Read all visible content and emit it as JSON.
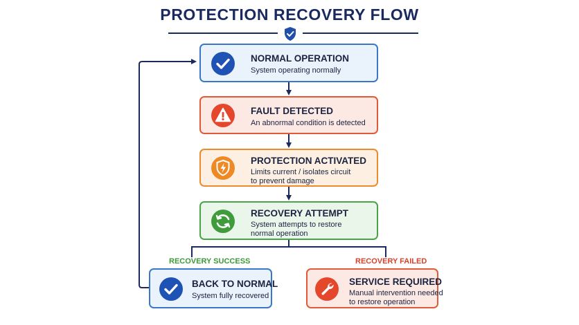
{
  "title": "PROTECTION RECOVERY FLOW",
  "colors": {
    "navy": "#1a2a5e",
    "blue": "#3b77c9",
    "red": "#e05a3a",
    "orange": "#ec8a2c",
    "green": "#49a448"
  },
  "steps": [
    {
      "title": "NORMAL OPERATION",
      "subtitle": [
        "System operating normally"
      ],
      "icon": "check-icon",
      "color": "blue"
    },
    {
      "title": "FAULT DETECTED",
      "subtitle": [
        "An abnormal condition is detected"
      ],
      "icon": "warning-icon",
      "color": "red"
    },
    {
      "title": "PROTECTION ACTIVATED",
      "subtitle": [
        "Limits current / isolates circuit",
        "to prevent damage"
      ],
      "icon": "shield-bolt-icon",
      "color": "orange"
    },
    {
      "title": "RECOVERY ATTEMPT",
      "subtitle": [
        "System attempts to restore",
        "normal operation"
      ],
      "icon": "refresh-icon",
      "color": "green"
    }
  ],
  "outcomes": [
    {
      "branch_label": "RECOVERY SUCCESS",
      "title": "BACK TO NORMAL",
      "subtitle": [
        "System fully recovered"
      ],
      "icon": "check-icon",
      "color": "blue"
    },
    {
      "branch_label": "RECOVERY FAILED",
      "title": "SERVICE REQUIRED",
      "subtitle": [
        "Manual intervention needed",
        "to restore operation"
      ],
      "icon": "wrench-icon",
      "color": "red"
    }
  ]
}
